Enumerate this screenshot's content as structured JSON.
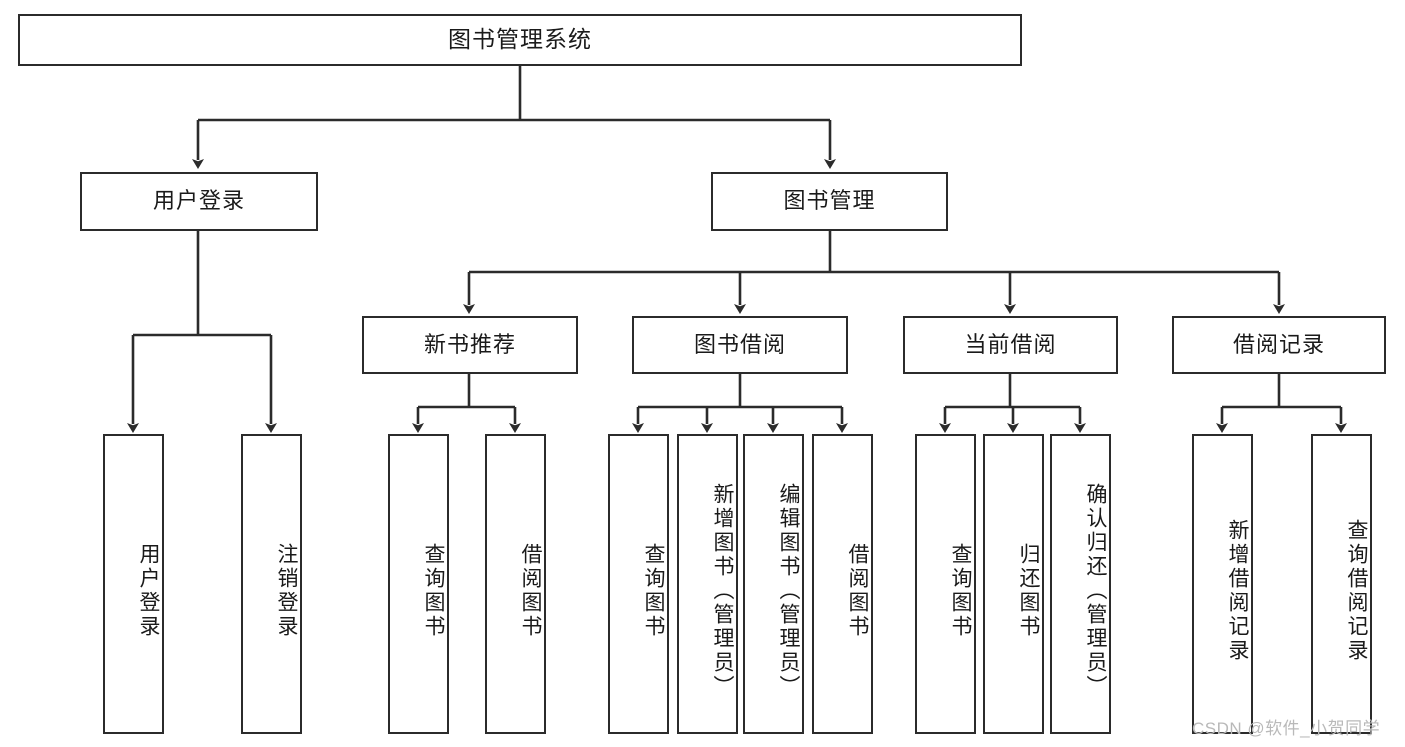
{
  "diagram": {
    "title": "图书管理系统",
    "type": "functional-structure-tree",
    "watermark": "CSDN @软件_小贺同学",
    "colors": {
      "stroke": "#2b2b2b",
      "fill": "#ffffff",
      "text": "#1a1a1a",
      "watermark": "#b9b9b9"
    },
    "levels": {
      "root": {
        "label": "图书管理系统"
      },
      "level2": [
        {
          "label": "用户登录"
        },
        {
          "label": "图书管理"
        }
      ],
      "level3": [
        {
          "label": "新书推荐"
        },
        {
          "label": "图书借阅"
        },
        {
          "label": "当前借阅"
        },
        {
          "label": "借阅记录"
        }
      ],
      "leaves": {
        "user_login": [
          {
            "label": "用户登录"
          },
          {
            "label": "注销登录"
          }
        ],
        "new_book": [
          {
            "label": "查询图书"
          },
          {
            "label": "借阅图书"
          }
        ],
        "book_borrow": [
          {
            "label": "查询图书"
          },
          {
            "label": "新增图书（管理员）"
          },
          {
            "label": "编辑图书（管理员）"
          },
          {
            "label": "借阅图书"
          }
        ],
        "current_borrow": [
          {
            "label": "查询图书"
          },
          {
            "label": "归还图书"
          },
          {
            "label": "确认归还（管理员）"
          }
        ],
        "borrow_record": [
          {
            "label": "新增借阅记录"
          },
          {
            "label": "查询借阅记录"
          }
        ]
      }
    }
  }
}
